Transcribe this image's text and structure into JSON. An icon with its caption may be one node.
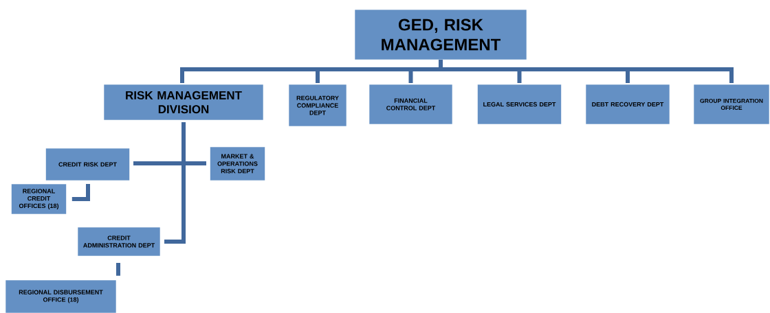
{
  "diagram": {
    "nodes": [
      {
        "text": [
          "GED, RISK MANAGEMENT"
        ]
      },
      {
        "text": [
          "RISK MANAGEMENT DIVISION"
        ]
      },
      {
        "text": [
          "REGULATORY COMPLIANCE DEPT"
        ]
      },
      {
        "text": [
          "FINANCIAL CONTROL DEPT"
        ]
      },
      {
        "text": [
          "LEGAL SERVICES DEPT"
        ]
      },
      {
        "text": [
          "DEBT RECOVERY DEPT"
        ]
      },
      {
        "text": [
          "GROUP INTEGRATION OFFICE"
        ]
      },
      {
        "text": [
          "CREDIT RISK DEPT"
        ]
      },
      {
        "text": [
          "MARKET & OPERATIONS RISK DEPT"
        ]
      },
      {
        "text": [
          "REGIONAL CREDIT OFFICES (18)"
        ]
      },
      {
        "text": [
          "CREDIT ADMINISTRATION DEPT"
        ]
      },
      {
        "text": [
          "REGIONAL DISBURSEMENT OFFICE (18)"
        ]
      }
    ],
    "edges": [
      {
        "from": 0,
        "to": 1,
        "arrow": "none"
      },
      {
        "from": 0,
        "to": 2,
        "arrow": "none"
      },
      {
        "from": 0,
        "to": 3,
        "arrow": "none"
      },
      {
        "from": 0,
        "to": 4,
        "arrow": "none"
      },
      {
        "from": 0,
        "to": 5,
        "arrow": "none"
      },
      {
        "from": 0,
        "to": 6,
        "arrow": "none"
      },
      {
        "from": 1,
        "to": 7,
        "arrow": "none"
      },
      {
        "from": 1,
        "to": 8,
        "arrow": "none"
      },
      {
        "from": 1,
        "to": 10,
        "arrow": "none"
      },
      {
        "from": 7,
        "to": 9,
        "arrow": "none"
      },
      {
        "from": 10,
        "to": 11,
        "arrow": "none"
      }
    ]
  }
}
